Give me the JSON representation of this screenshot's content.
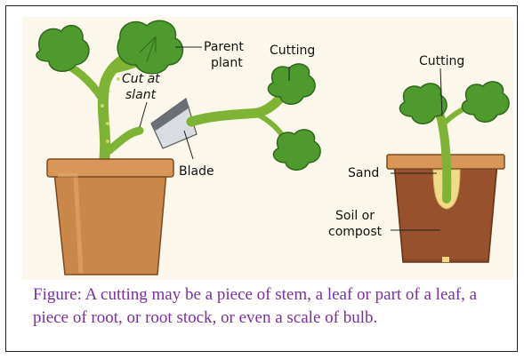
{
  "labels": {
    "parent_plant_1": "Parent",
    "parent_plant_2": "plant",
    "cutting_left": "Cutting",
    "cut_at_1": "Cut at",
    "cut_at_2": "slant",
    "blade": "Blade",
    "cutting_right": "Cutting",
    "sand": "Sand",
    "soil_1": "Soil or",
    "soil_2": "compost"
  },
  "caption": "Figure: A cutting may be a piece of stem, a leaf or part of a leaf, a piece of root, or root stock, or even a scale of bulb.",
  "colors": {
    "background": "#fbf7ea",
    "pot": "#c9874a",
    "leaf": "#4e9a2e",
    "stem": "#8bbf3a",
    "sand": "#f2d98a",
    "soil": "#8a4b2a",
    "caption_text": "#7a2fa0"
  }
}
